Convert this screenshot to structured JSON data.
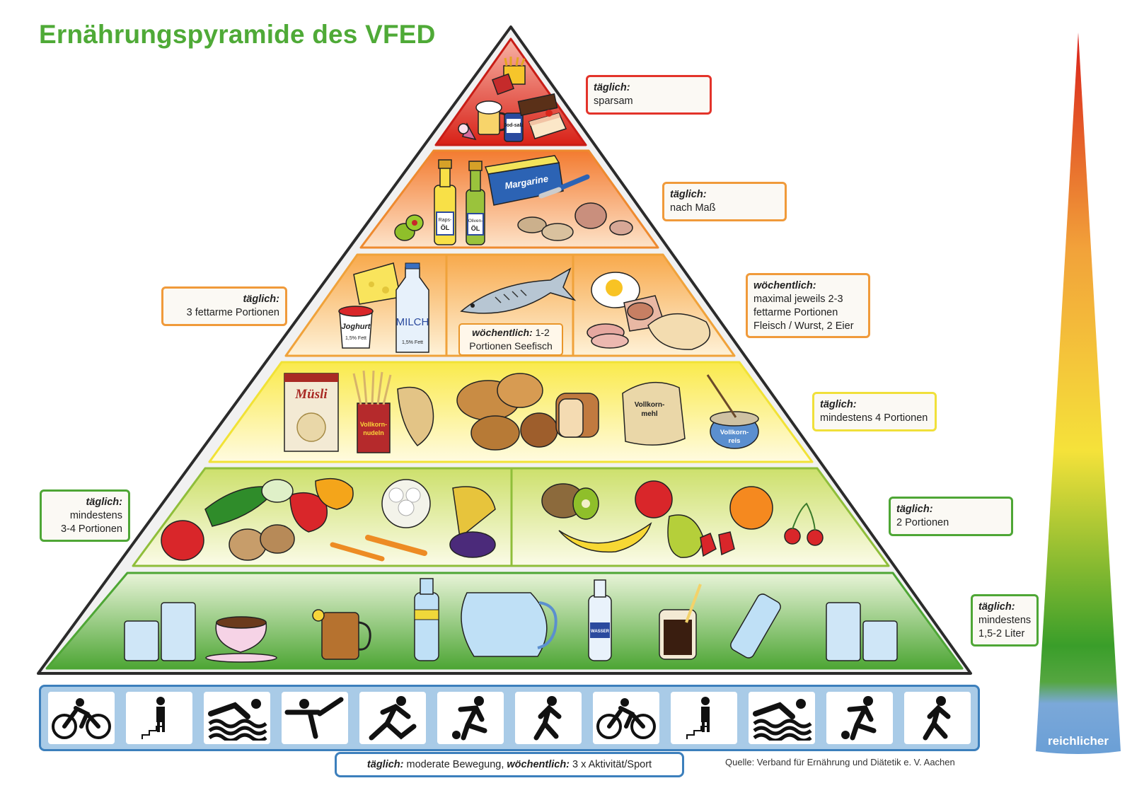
{
  "title": "Ernährungspyramide des VFED",
  "levels": [
    {
      "id": "sweets-fats",
      "color": "#e53a2c",
      "callout": {
        "head": "täglich:",
        "lines": [
          "sparsam"
        ]
      }
    },
    {
      "id": "oils",
      "color": "#f39a4c",
      "callout": {
        "head": "täglich:",
        "lines": [
          "nach Maß"
        ]
      }
    },
    {
      "id": "dairy-protein",
      "callout_left": {
        "head": "täglich:",
        "lines": [
          "3 fettarme Portionen"
        ]
      },
      "callout_right": {
        "head": "wöchentlich:",
        "lines": [
          "maximal jeweils 2-3",
          "fettarme Portionen",
          "Fleisch / Wurst, 2 Eier"
        ]
      },
      "fish_note": {
        "head": "wöchentlich:",
        "text1": "1-2",
        "text2": "Portionen Seefisch"
      }
    },
    {
      "id": "grains",
      "callout": {
        "head": "täglich:",
        "lines": [
          "mindestens 4 Portionen"
        ]
      }
    },
    {
      "id": "veg-fruit",
      "callout_left": {
        "head": "täglich:",
        "lines": [
          "mindestens",
          "3-4 Portionen"
        ]
      },
      "callout_right": {
        "head": "täglich:",
        "lines": [
          "2 Portionen"
        ]
      }
    },
    {
      "id": "drinks",
      "callout": {
        "head": "täglich:",
        "lines": [
          "mindestens",
          "1,5-2 Liter"
        ]
      }
    }
  ],
  "food_labels": {
    "salt": "Jod-salz",
    "rapeseed_oil": "Raps-ÖL",
    "olive_oil": "Oliven-ÖL",
    "margarine": "Margarine",
    "yogurt": "Joghurt",
    "yogurt_fat": "1,5% Fett",
    "milk": "MILCH",
    "milk_fat": "1,5% Fett",
    "muesli": "Müsli",
    "pasta": "Vollkorn-nudeln",
    "flour": "Vollkorn-mehl",
    "rice": "Vollkorn-reis",
    "water": "WASSER"
  },
  "activities": [
    "cycling-icon",
    "stairs-icon",
    "swimming-icon",
    "gymnastics-icon",
    "running-icon",
    "football-icon",
    "walking-icon",
    "cycling-icon",
    "stairs-icon",
    "swimming-icon",
    "football-icon",
    "walking-icon"
  ],
  "movement": {
    "daily_head": "täglich:",
    "daily_text": "moderate Bewegung,",
    "weekly_head": "wöchentlich:",
    "weekly_text": "3 x Aktivität/Sport"
  },
  "source": "Quelle: Verband für Ernährung und Diätetik e. V. Aachen",
  "gradient_label": "reichlicher",
  "colors": {
    "title": "#4faa37",
    "activity_border": "#3c7fbc",
    "gradient": [
      "#d9201a",
      "#f2a23a",
      "#f5e23a",
      "#3a9e2a",
      "#6da0d6"
    ]
  }
}
